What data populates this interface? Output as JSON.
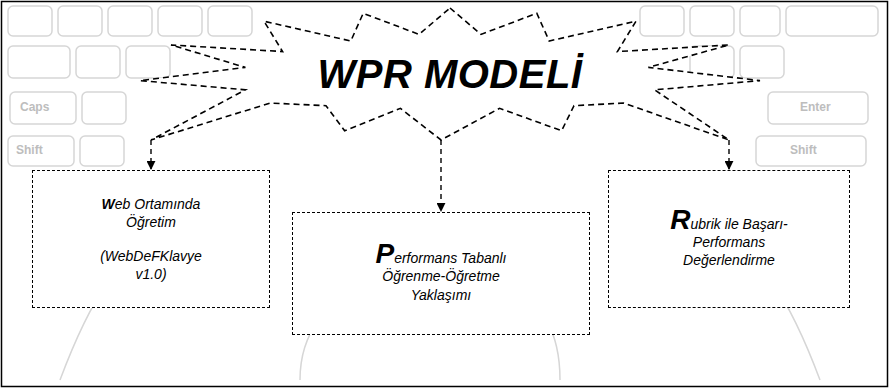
{
  "diagram": {
    "nodes": [
      {
        "text": [
          "WPR MODELİ"
        ]
      },
      {
        "text": [
          "Web Ortamında Öğretim",
          "(WebDeFKlavye v1.0)"
        ]
      },
      {
        "text": [
          "Performans Tabanlı Öğrenme-Öğretme Yaklaşımı"
        ]
      },
      {
        "text": [
          "Rubrik ile Başarı-Performans Değerlendirme"
        ]
      }
    ],
    "edges": [
      {
        "from": 0,
        "to": 1,
        "arrow": "to"
      },
      {
        "from": 0,
        "to": 2,
        "arrow": "to"
      },
      {
        "from": 0,
        "to": 3,
        "arrow": "to"
      }
    ],
    "labels": [
      "Caps",
      "Shift",
      "Enter",
      "Shift"
    ]
  }
}
